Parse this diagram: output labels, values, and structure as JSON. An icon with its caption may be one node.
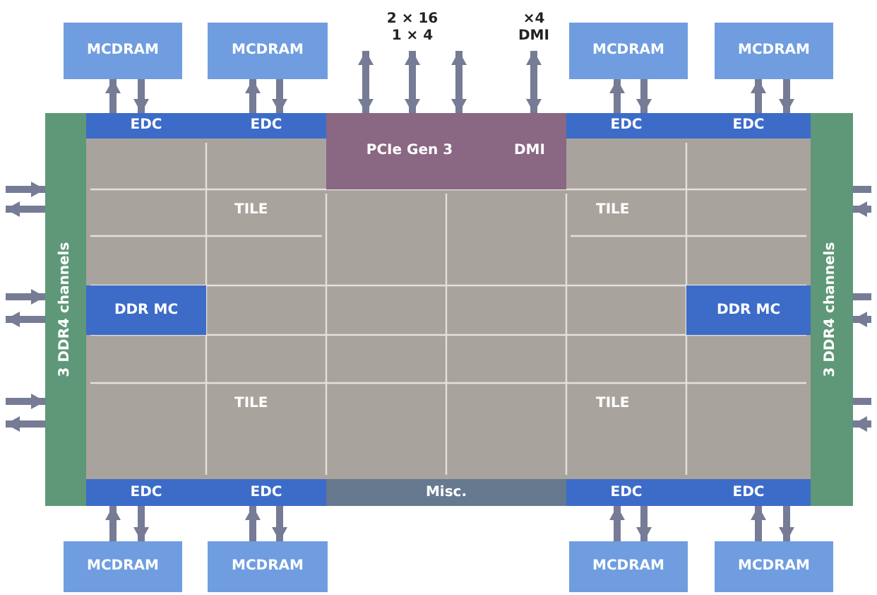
{
  "diagram": {
    "nodes": [
      {
        "text": [
          "MCDRAM"
        ]
      },
      {
        "text": [
          "MCDRAM"
        ]
      },
      {
        "text": [
          "2 × 16 1 × 4"
        ]
      },
      {
        "text": [
          "×4 DMI"
        ]
      },
      {
        "text": [
          "MCDRAM"
        ]
      },
      {
        "text": [
          "MCDRAM"
        ]
      },
      {
        "text": [
          "3 DDR4 channels"
        ]
      },
      {
        "text": [
          "EDC"
        ]
      },
      {
        "text": [
          "EDC"
        ]
      },
      {
        "text": [
          "PCIe Gen 3"
        ]
      },
      {
        "text": [
          "DMI"
        ]
      },
      {
        "text": [
          "EDC"
        ]
      },
      {
        "text": [
          "EDC"
        ]
      },
      {
        "text": [
          "3 DDR4 channels"
        ]
      },
      {
        "text": [
          "DDR MC"
        ]
      },
      {
        "text": [
          "DDR MC"
        ]
      },
      {
        "text": [
          "EDC"
        ]
      },
      {
        "text": [
          "EDC"
        ]
      },
      {
        "text": [
          "Misc."
        ]
      },
      {
        "text": [
          "EDC"
        ]
      },
      {
        "text": [
          "EDC"
        ]
      },
      {
        "text": [
          "MCDRAM"
        ]
      },
      {
        "text": [
          "MCDRAM"
        ]
      },
      {
        "text": [
          "MCDRAM"
        ]
      },
      {
        "text": [
          "MCDRAM"
        ]
      }
    ],
    "edges": [
      {
        "from": 7,
        "to": 0,
        "arrow": "to"
      },
      {
        "from": 0,
        "to": 7,
        "arrow": "to"
      },
      {
        "from": 8,
        "to": 1,
        "arrow": "to"
      },
      {
        "from": 1,
        "to": 8,
        "arrow": "to"
      },
      {
        "from": 11,
        "to": 4,
        "arrow": "to"
      },
      {
        "from": 4,
        "to": 11,
        "arrow": "to"
      },
      {
        "from": 12,
        "to": 5,
        "arrow": "to"
      },
      {
        "from": 5,
        "to": 12,
        "arrow": "to"
      },
      {
        "from": 9,
        "to": 2,
        "arrow": "both"
      },
      {
        "from": 9,
        "to": 2,
        "arrow": "both"
      },
      {
        "from": 9,
        "to": 2,
        "arrow": "both"
      },
      {
        "from": 10,
        "to": 3,
        "arrow": "both"
      },
      {
        "from": null,
        "to": 6,
        "arrow": "to"
      },
      {
        "from": 6,
        "to": null,
        "arrow": "to"
      },
      {
        "from": null,
        "to": 6,
        "arrow": "to"
      },
      {
        "from": 6,
        "to": null,
        "arrow": "to"
      },
      {
        "from": null,
        "to": 6,
        "arrow": "to"
      },
      {
        "from": 6,
        "to": null,
        "arrow": "to"
      },
      {
        "from": 13,
        "to": null,
        "arrow": "none"
      },
      {
        "from": null,
        "to": 13,
        "arrow": "to"
      },
      {
        "from": 13,
        "to": null,
        "arrow": "none"
      },
      {
        "from": null,
        "to": 13,
        "arrow": "to"
      },
      {
        "from": 13,
        "to": null,
        "arrow": "none"
      },
      {
        "from": null,
        "to": 13,
        "arrow": "to"
      },
      {
        "from": 21,
        "to": 16,
        "arrow": "to"
      },
      {
        "from": 16,
        "to": 21,
        "arrow": "to"
      },
      {
        "from": 22,
        "to": 17,
        "arrow": "to"
      },
      {
        "from": 17,
        "to": 22,
        "arrow": "to"
      },
      {
        "from": 23,
        "to": 19,
        "arrow": "to"
      },
      {
        "from": 19,
        "to": 23,
        "arrow": "to"
      },
      {
        "from": 24,
        "to": 20,
        "arrow": "to"
      },
      {
        "from": 20,
        "to": 24,
        "arrow": "to"
      }
    ],
    "labels": [
      "TILE",
      "TILE",
      "TILE",
      "TILE"
    ]
  }
}
